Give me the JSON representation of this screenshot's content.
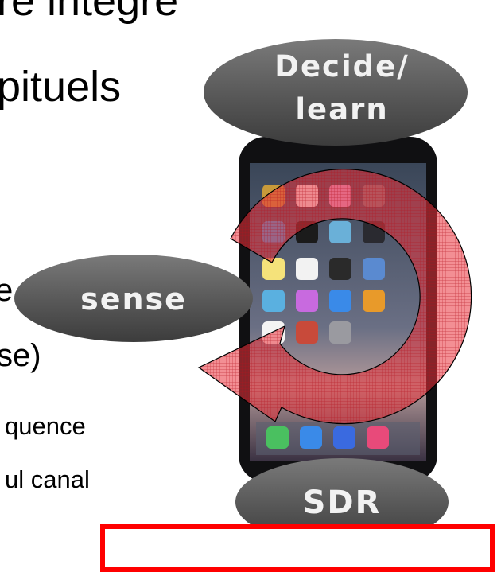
{
  "slide_text": {
    "line1": "re intègre",
    "line2": "pituels",
    "line3": "e",
    "line4": "se)",
    "line5": "quence",
    "line6": "ul canal"
  },
  "labels": {
    "decide": "Decide/",
    "learn": "learn",
    "sense": "sense",
    "sdr": "SDR"
  },
  "colors": {
    "pill_fill": "#5a5a5a",
    "arrow_fill": "#e8323c",
    "frame_border": "#ff0000"
  }
}
